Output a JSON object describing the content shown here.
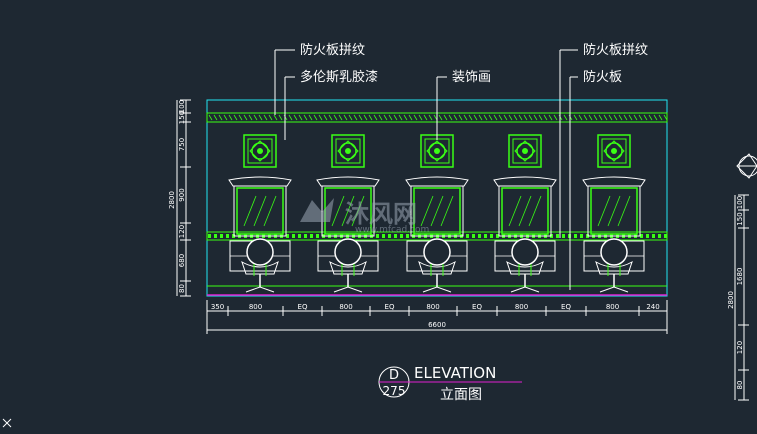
{
  "callouts": {
    "fireboard_pattern_left": "防火板拼纹",
    "duolun_latex_paint": "多伦斯乳胶漆",
    "decorative_painting": "装饰画",
    "fireboard_pattern_right": "防火板拼纹",
    "fireboard": "防火板"
  },
  "bottom_dims": [
    "350",
    "800",
    "EQ",
    "800",
    "EQ",
    "800",
    "EQ",
    "800",
    "EQ",
    "800",
    "240"
  ],
  "total_width": "6600",
  "left_dims": [
    "100",
    "150",
    "750",
    "900",
    "120",
    "680",
    "80"
  ],
  "left_total": "2800",
  "right_dims": [
    "100",
    "150",
    "1680",
    "120",
    "80"
  ],
  "right_total": "2800",
  "section_marker": {
    "letter": "D",
    "sheet": "275"
  },
  "elevation_title": "ELEVATION",
  "elevation_subtitle": "立面图",
  "watermark": {
    "brand": "沐风网",
    "url": "www.mfcad.com"
  },
  "colors": {
    "background": "#1e2832",
    "green": "#39ff14",
    "cyan": "#22e6f2",
    "magenta": "#e020d0",
    "white": "#ffffff"
  }
}
